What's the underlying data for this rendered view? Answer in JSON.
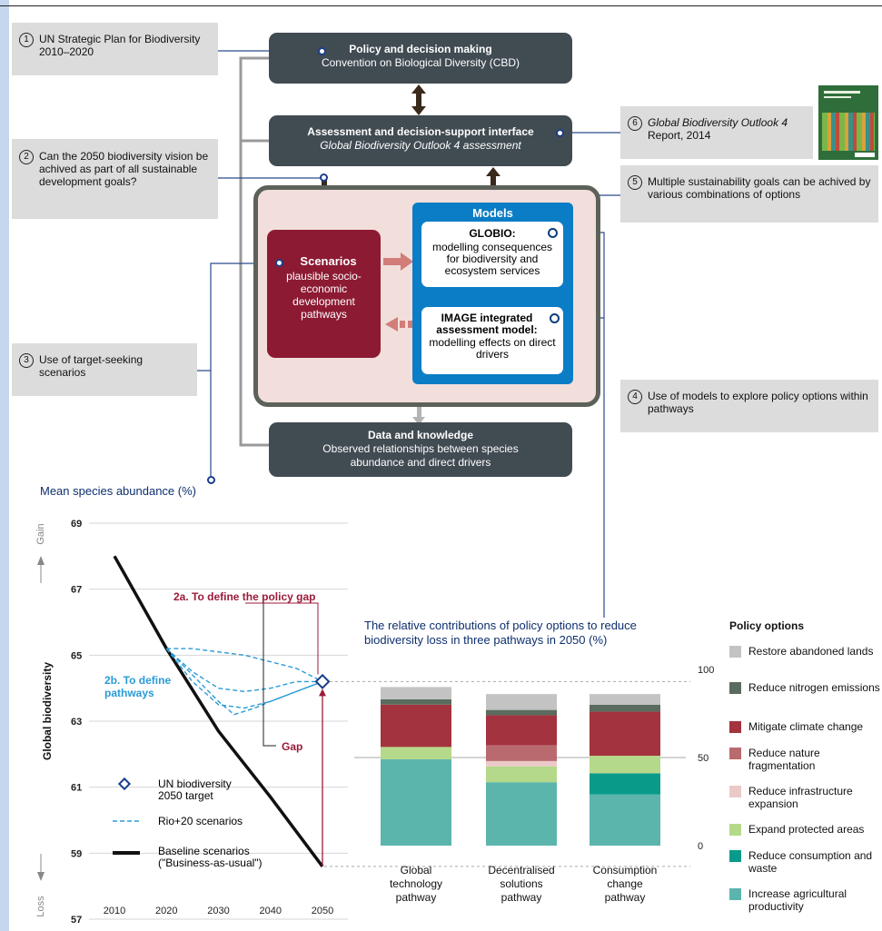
{
  "callouts": [
    {
      "num": "1",
      "text": "UN Strategic Plan for Biodiversity 2010–2020"
    },
    {
      "num": "2",
      "text": "Can the 2050 biodiversity vision be achived as part of all sustainable development goals?"
    },
    {
      "num": "3",
      "text": "Use of target-seeking scenarios"
    },
    {
      "num": "4",
      "text": "Use of models to explore policy options within pathways"
    },
    {
      "num": "5",
      "text": "Multiple sustainability goals can be achived by various combinations of options"
    },
    {
      "num": "6",
      "text_italic": "Global Biodiversity Outlook 4",
      "text": "Report, 2014"
    }
  ],
  "boxes": {
    "policy": {
      "title": "Policy and decision making",
      "sub": "Convention on Biological Diversity (CBD)"
    },
    "assessment": {
      "title": "Assessment and decision-support interface",
      "sub": "Global Biodiversity Outlook 4 assessment"
    },
    "data": {
      "title": "Data and knowledge",
      "sub": "Observed relationships between species abundance and direct drivers"
    },
    "scenarios": {
      "title": "Scenarios",
      "sub": "plausible socio-economic development pathways"
    },
    "models": {
      "title": "Models"
    },
    "globio": {
      "title": "GLOBIO:",
      "sub": "modelling consequences for biodiversity and ecosystem services"
    },
    "image": {
      "title": "IMAGE integrated assessment model:",
      "sub": "modelling effects on direct drivers"
    }
  },
  "colors": {
    "dark_box": "#414b52",
    "scenario": "#8c1a33",
    "models": "#0b7dc6",
    "callout_bg": "#dcdcdc",
    "baseline": "#111111",
    "rio": "#2a9bd6",
    "gap": "#9b1b3a"
  },
  "line_chart": {
    "title": "Mean species abundance (%)",
    "ylabel": "Global biodiversity",
    "gain_label": "Gain",
    "loss_label": "Loss",
    "policy_gap_label": "2a. To define the policy gap",
    "pathways_label": "2b. To define pathways",
    "gap_label": "Gap",
    "legend": {
      "target": "UN biodiversity 2050 target",
      "rio": "Rio+20 scenarios",
      "baseline": "Baseline scenarios (\"Business-as-usual\")"
    }
  },
  "bar_chart": {
    "title": "The relative contributions of  policy options to reduce biodiversity loss in three pathways in 2050 (%)",
    "legend_title": "Policy options"
  },
  "chart_data": [
    {
      "type": "line",
      "title": "Mean species abundance (%)",
      "ylabel": "Global biodiversity",
      "xlabel": "",
      "x": [
        2010,
        2020,
        2030,
        2040,
        2050
      ],
      "ylim": [
        57,
        69
      ],
      "yticks": [
        57,
        59,
        61,
        63,
        65,
        67,
        69
      ],
      "series": [
        {
          "name": "Baseline scenarios (\"Business-as-usual\")",
          "x": [
            2010,
            2020,
            2030,
            2040,
            2050
          ],
          "values": [
            68.0,
            65.2,
            62.7,
            60.7,
            58.6
          ]
        },
        {
          "name": "Rio+20 scenarios",
          "x": [
            2020,
            2025,
            2030,
            2035,
            2040,
            2045,
            2050
          ],
          "values": [
            65.2,
            65.2,
            65.1,
            65.0,
            64.8,
            64.6,
            64.2
          ]
        },
        {
          "name": "Rio+20 scenarios",
          "x": [
            2020,
            2025,
            2030,
            2035,
            2040,
            2045,
            2050
          ],
          "values": [
            65.2,
            64.5,
            64.0,
            63.9,
            64.0,
            64.2,
            64.2
          ]
        },
        {
          "name": "Rio+20 scenarios",
          "x": [
            2020,
            2025,
            2030,
            2035,
            2040,
            2045,
            2050
          ],
          "values": [
            65.2,
            64.2,
            63.5,
            63.4,
            63.6,
            63.9,
            64.2
          ]
        },
        {
          "name": "Rio+20 scenarios",
          "x": [
            2020,
            2025,
            2030,
            2033,
            2037,
            2040,
            2045,
            2050
          ],
          "values": [
            65.2,
            64.4,
            63.6,
            63.2,
            63.4,
            63.6,
            63.9,
            64.2
          ]
        }
      ],
      "target": {
        "name": "UN biodiversity 2050 target",
        "x": 2050,
        "y": 64.2
      }
    },
    {
      "type": "bar",
      "stacked": true,
      "title": "The relative contributions of  policy options to reduce biodiversity loss in three pathways in 2050 (%)",
      "categories": [
        "Global technology pathway",
        "Decentralised solutions pathway",
        "Consumption change pathway"
      ],
      "ylim": [
        0,
        100
      ],
      "yticks": [
        0,
        50,
        100
      ],
      "series": [
        {
          "name": "Increase agricultural productivity",
          "color": "#5bb5ad",
          "values": [
            49,
            36,
            29
          ]
        },
        {
          "name": "Reduce consumption and waste",
          "color": "#0a9a8a",
          "values": [
            0,
            0,
            12
          ]
        },
        {
          "name": "Expand protected areas",
          "color": "#b5d98a",
          "values": [
            7,
            9,
            10
          ]
        },
        {
          "name": "Reduce infrastructure expansion",
          "color": "#ecc9c9",
          "values": [
            0,
            3,
            0
          ]
        },
        {
          "name": "Reduce nature fragmentation",
          "color": "#b96a6e",
          "values": [
            0,
            9,
            0
          ]
        },
        {
          "name": "Mitigate climate change",
          "color": "#a3333f",
          "values": [
            24,
            17,
            25
          ]
        },
        {
          "name": "Reduce nitrogen emissions",
          "color": "#5b6b5e",
          "values": [
            3,
            3,
            4
          ]
        },
        {
          "name": "Restore abandoned lands",
          "color": "#c3c3c3",
          "values": [
            7,
            9,
            6
          ]
        }
      ]
    }
  ]
}
